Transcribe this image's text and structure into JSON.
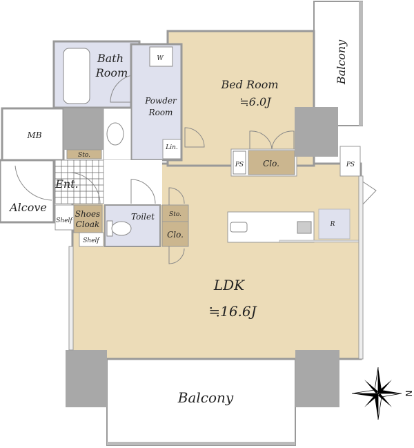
{
  "plan": {
    "rooms": {
      "bath_line1": "Bath",
      "bath_line2": "Room",
      "powder_line1": "Powder",
      "powder_line2": "Room",
      "washer": "W",
      "linen": "Lin.",
      "mb": "MB",
      "storage_entry": "Sto.",
      "entrance": "Ent.",
      "alcove": "Alcove",
      "shelf_1": "Shelf",
      "shelf_2": "Shelf",
      "shoes_line1": "Shoes",
      "shoes_line2": "Cloak",
      "toilet": "Toilet",
      "storage_hall": "Sto.",
      "closet_hall": "Clo.",
      "bedroom_name": "Bed Room",
      "bedroom_size": "≒6.0J",
      "closet_bed": "Clo.",
      "ps_left": "PS",
      "ps_right": "PS",
      "fridge": "R",
      "ldk_name": "LDK",
      "ldk_size": "≒16.6J",
      "balcony_top": "Balcony",
      "balcony_bottom": "Balcony"
    },
    "compass_label": "N",
    "colors": {
      "living": "#ecdcb8",
      "storage": "#cbb68f",
      "wet": "#dfe1ee",
      "column": "#a8a8a8",
      "wall": "#9a9a9a"
    }
  }
}
